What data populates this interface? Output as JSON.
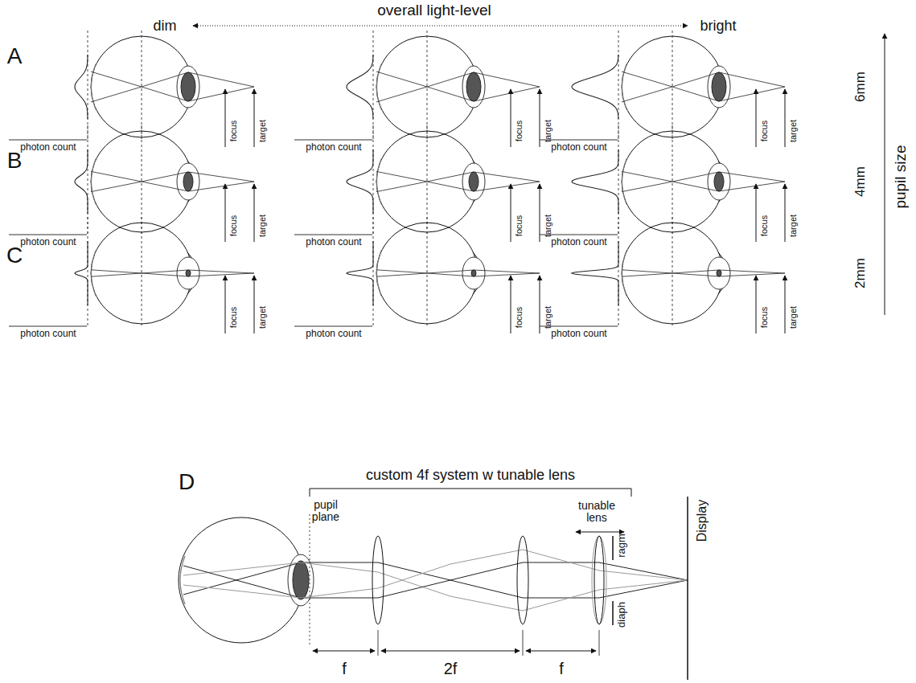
{
  "diagram": {
    "labels": [
      "A",
      "B",
      "C",
      "D",
      "overall light-level",
      "dim",
      "bright",
      "6mm",
      "4mm",
      "2mm",
      "pupil size",
      "photon count",
      "focus",
      "target",
      "photon count",
      "focus",
      "target",
      "photon count",
      "focus",
      "target",
      "photon count",
      "focus",
      "target",
      "photon count",
      "focus",
      "target",
      "photon count",
      "focus",
      "target",
      "photon count",
      "focus",
      "target",
      "photon count",
      "focus",
      "target",
      "photon count",
      "focus",
      "target",
      "custom 4f system w tunable lens",
      "pupil plane",
      "tunable lens",
      "ragm",
      "diaph",
      "Display",
      "f",
      "2f",
      "f"
    ]
  }
}
